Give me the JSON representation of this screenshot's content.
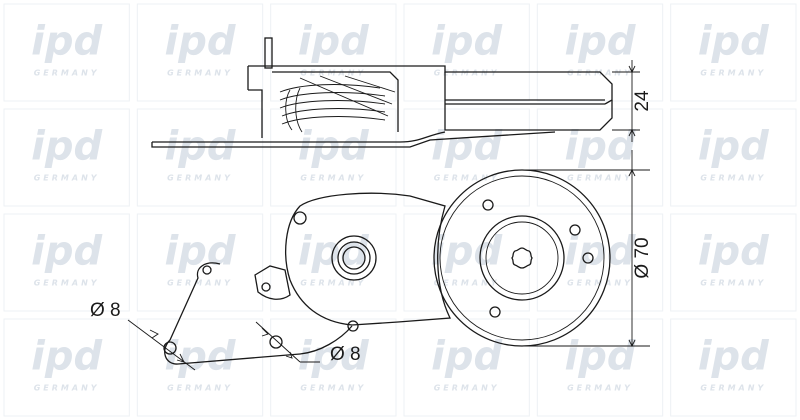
{
  "watermark": {
    "logo_text": "ipd",
    "tagline": "GERMANY",
    "color": "#dde3ea",
    "tile_cols": 6,
    "tile_rows": 4
  },
  "dimensions": {
    "height_label": "24",
    "pulley_diameter_label": "Ø 70",
    "hole_left_label": "Ø 8",
    "hole_right_label": "Ø 8"
  },
  "colors": {
    "line": "#1a1a1a",
    "background": "#ffffff"
  }
}
